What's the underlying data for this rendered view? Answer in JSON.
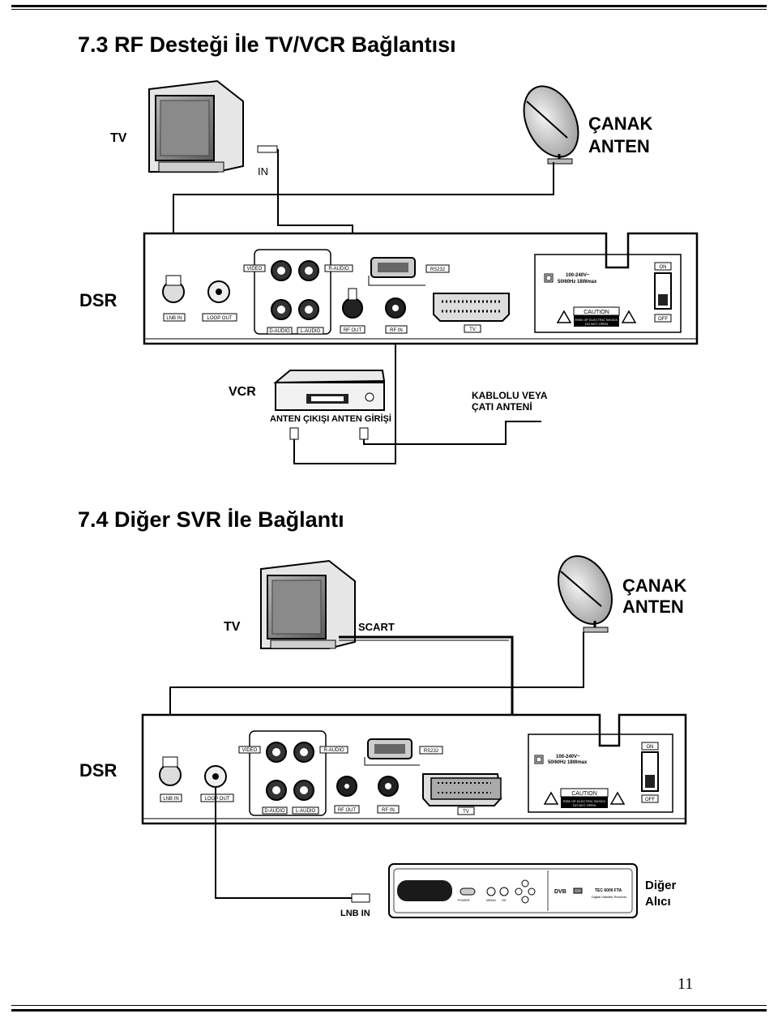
{
  "section1": {
    "title": "7.3 RF Desteği İle TV/VCR Bağlantısı",
    "labels": {
      "tv": "TV",
      "in": "IN",
      "dish_line1": "ÇANAK",
      "dish_line2": "ANTEN",
      "dsr": "DSR",
      "video": "VIDEO",
      "r_audio": "R-AUDIO",
      "d_audio": "D-AUDIO",
      "l_audio": "L-AUDIO",
      "rs232": "RS232",
      "rf_out": "RF OUT",
      "rf_in": "RF IN",
      "lnb_in": "LNB IN",
      "loop_out": "LOOP OUT",
      "scart_tv": "TV",
      "power_line1": "100-240V~",
      "power_line2": "50/60Hz 18Wmax",
      "caution": "CAUTION",
      "caution_sub1": "RISK OF ELECTRIC SHOCK",
      "caution_sub2": "DO NOT OPEN",
      "on": "ON",
      "off": "OFF",
      "vcr": "VCR",
      "vcr_ports": "ANTEN ÇIKIŞI ANTEN GİRİŞİ",
      "cable_line1": "KABLOLU VEYA",
      "cable_line2": "ÇATI ANTENİ"
    }
  },
  "section2": {
    "title": "7.4 Diğer SVR İle Bağlantı",
    "labels": {
      "tv": "TV",
      "scart": "SCART",
      "dish_line1": "ÇANAK",
      "dish_line2": "ANTEN",
      "dsr": "DSR",
      "video": "VIDEO",
      "r_audio": "R-AUDIO",
      "d_audio": "D-AUDIO",
      "l_audio": "L-AUDIO",
      "rs232": "RS232",
      "rf_out": "RF OUT",
      "rf_in": "RF IN",
      "lnb_in": "LNB IN",
      "loop_out": "LOOP OUT",
      "scart_tv": "TV",
      "power_line1": "100-240V~",
      "power_line2": "50/60Hz 18Wmax",
      "caution": "CAUTION",
      "caution_sub1": "RISK OF ELECTRIC SHOCK",
      "caution_sub2": "DO NOT OPEN",
      "on": "ON",
      "off": "OFF",
      "receiver_lnb_in": "LNB IN",
      "other_line1": "Diğer",
      "other_line2": "Alıcı",
      "power_btn": "POWER",
      "menu_btn": "MENU",
      "ok_btn": "OK",
      "model": "TEC 6000 FTA",
      "model_sub": "Digital Satellite Receiver",
      "dvb": "DVB"
    }
  },
  "page_number": "11"
}
